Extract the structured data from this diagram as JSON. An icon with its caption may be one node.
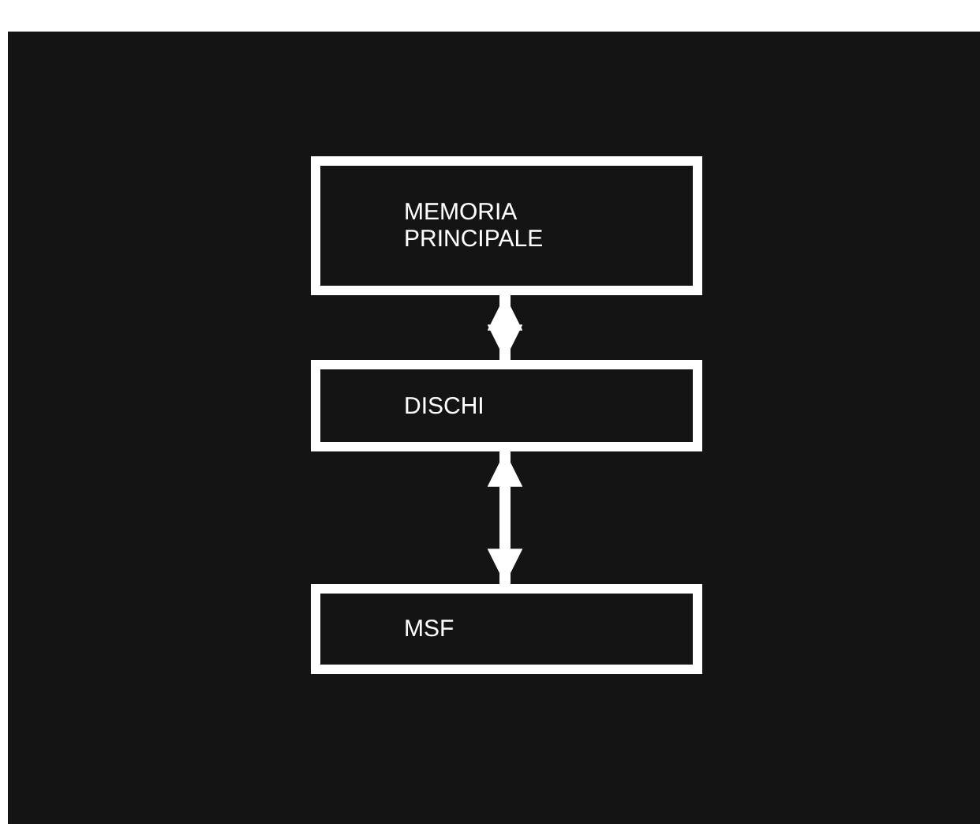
{
  "diagram": {
    "nodes": [
      {
        "text": [
          "MEMORIA PRINCIPALE"
        ]
      },
      {
        "text": [
          "DISCHI"
        ]
      },
      {
        "text": [
          "MSF"
        ]
      }
    ],
    "edges": [
      {
        "from": 0,
        "to": 1,
        "arrow": "both"
      },
      {
        "from": 1,
        "to": 2,
        "arrow": "both"
      }
    ]
  }
}
